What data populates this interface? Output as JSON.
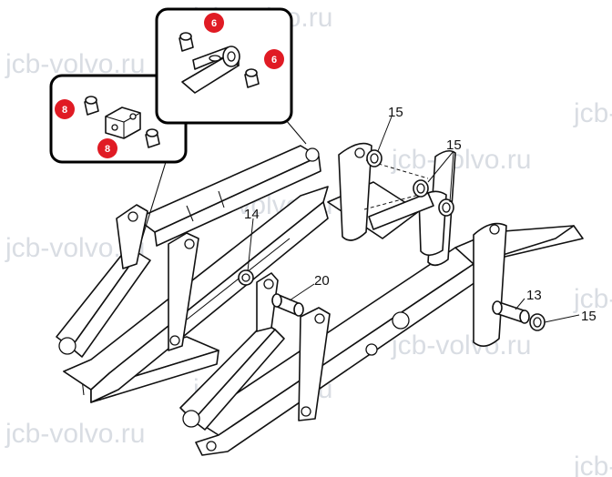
{
  "watermark_text": "jcb-volvo.ru",
  "callouts": {
    "c15a": "15",
    "c15b": "15",
    "c14": "14",
    "c20": "20",
    "c13": "13",
    "c15c": "15"
  },
  "insets": {
    "upper_badge_a": "6",
    "upper_badge_b": "6",
    "lower_badge_a": "8",
    "lower_badge_b": "8"
  },
  "colors": {
    "badge": "#e01b24",
    "line": "#111111",
    "watermark": "#d9dde3"
  }
}
